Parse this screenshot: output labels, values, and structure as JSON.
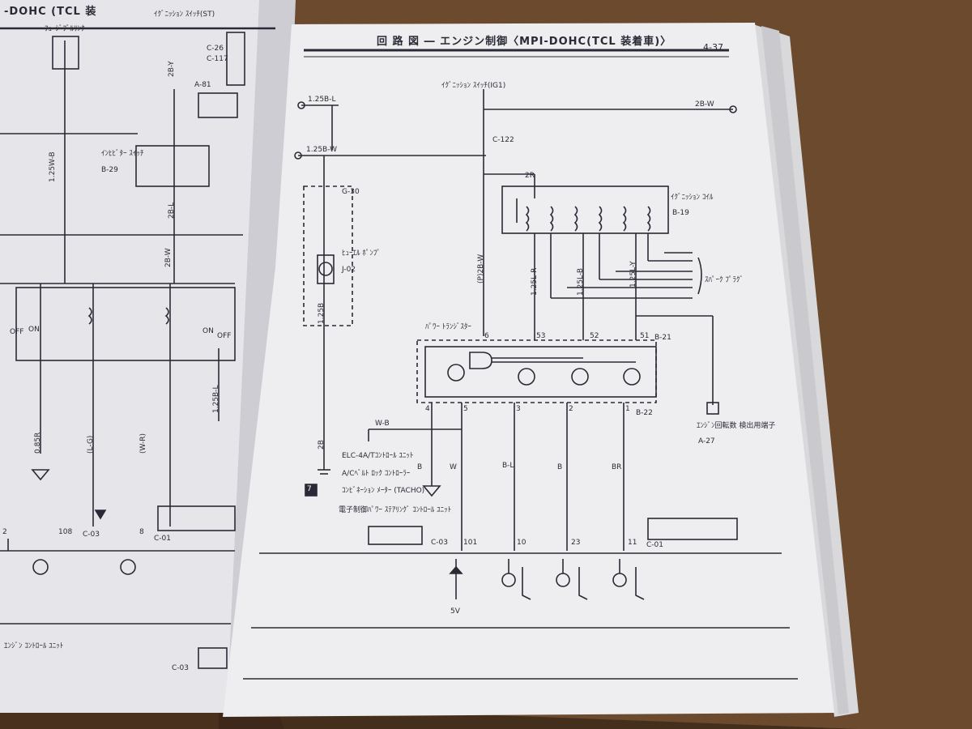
{
  "colors": {
    "table": "#6b4a2e",
    "page": "#eeeef0",
    "ink": "#2a2a36",
    "shadow": "#3b2718"
  },
  "left_page": {
    "header": "-DOHC (TCL 装",
    "labels": {
      "fuse_link": "ﾌｭｰｼﾞﾌﾞﾙﾘﾝｸ",
      "ignition_st": "ｲｸﾞﾆｯｼｮﾝ ｽｲｯﾁ(ST)",
      "c26": "C-26",
      "c117": "C-117",
      "a81": "A-81",
      "inhibitor": "ｲﾝﾋﾋﾞﾀｰ ｽｲｯﾁ",
      "b29": "B-29",
      "w125b": "1.25W-B",
      "w2by": "2B-Y",
      "w2bl": "2B-L",
      "w2bw": "2B-W",
      "w085r": "0.85R",
      "wlg": "(L-G)",
      "wwr": "(W-R)",
      "w125bl": "1.25B-L",
      "on": "ON",
      "off": "OFF",
      "pin108": "108",
      "pin8": "8",
      "pin2": "2",
      "c03": "C-03",
      "c01": "C-01",
      "engine_cu": "ｴﾝｼﾞﾝ ｺﾝﾄﾛｰﾙ ﾕﾆｯﾄ",
      "c03b": "C-03"
    }
  },
  "right_page": {
    "header": "回 路 図 ― エンジン制御〈MPI-DOHC(TCL 装着車)〉",
    "page_number": "4-37",
    "labels": {
      "ignition_ig1": "ｲｸﾞﾆｯｼｮﾝ ｽｲｯﾁ(IG1)",
      "w125bl": "1.25B-L",
      "w125bw": "1.25B-W",
      "w2bw_top": "2B-W",
      "c122": "C-122",
      "g30": "G-30",
      "fuel_pump": "ﾋｭｰｴﾙ ﾎﾟﾝﾌﾟ",
      "j02": "J-02",
      "ign_coil": "ｲｸﾞﾆｯｼｮﾝ ｺｲﾙ",
      "b19": "B-19",
      "spark_plug": "ｽﾊﾟｰｸ ﾌﾟﾗｸﾞ",
      "power_tr": "ﾊﾟﾜｰ ﾄﾗﾝｼﾞｽﾀｰ",
      "b21": "B-21",
      "b22": "B-22",
      "engine_speed": "ｴﾝｼﾞﾝ回転数 検出用端子",
      "a27": "A-27",
      "w2r": "2R",
      "w125r": "1.25L-R",
      "w125lb": "1.25L-B",
      "w125ly": "1.25L-Y",
      "wp2bw": "(P)2B-W",
      "w125b": "1.25B",
      "w2b": "2B",
      "wb": "W-B",
      "pin6": "6",
      "pin53": "53",
      "pin52": "52",
      "pin51": "51",
      "pin4": "4",
      "pin5": "5",
      "pin3": "3",
      "pin2": "2",
      "pin1": "1",
      "pin101": "101",
      "pin10": "10",
      "pin23": "23",
      "pin11": "11",
      "c03": "C-03",
      "c01": "C-01",
      "elc": "ELC-4A/Tｺﾝﾄﾛｰﾙ ﾕﾆｯﾄ",
      "ac_lock": "A/Cﾍﾞﾙﾄ ﾛｯｸ ｺﾝﾄﾛｰﾗｰ",
      "tacho": "ｺﾝﾋﾞﾈｰｼｮﾝ ﾒｰﾀｰ (TACHO)",
      "power_steer": "電子制御ﾊﾟﾜｰ ｽﾃｱﾘﾝｸﾞ ｺﾝﾄﾛｰﾙ ﾕﾆｯﾄ",
      "wire_b": "B",
      "wire_w": "W",
      "wire_bl": "B-L",
      "wire_br": "BR",
      "five_v": "5V",
      "seven": "7"
    }
  }
}
